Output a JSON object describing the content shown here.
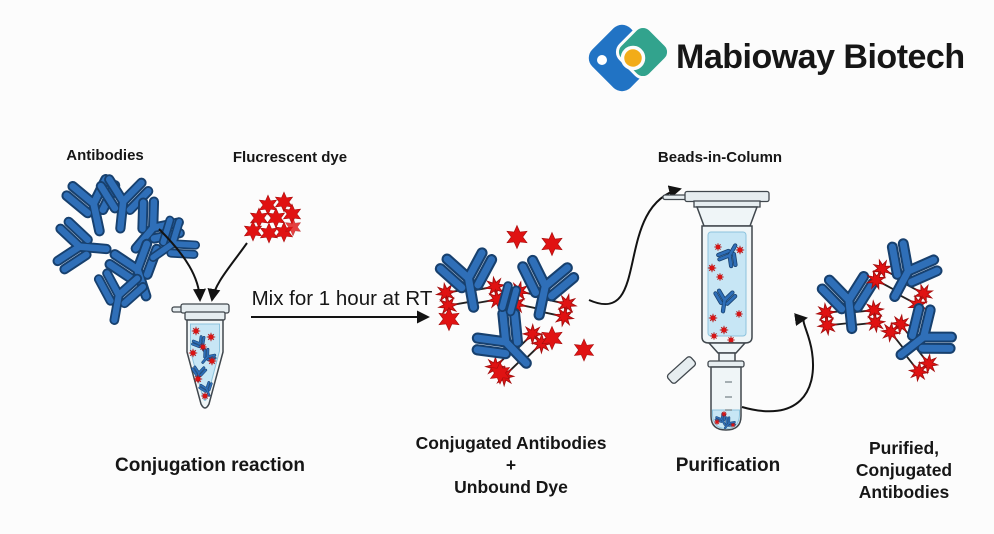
{
  "brand": {
    "name": "Mabioway Biotech"
  },
  "steps": {
    "antibodies_label": "Antibodies",
    "dye_label": "Flucrescent dye",
    "mix_label": "Mix for 1 hour at RT",
    "conjugation_label": "Conjugation reaction",
    "conjugated_lines": [
      "Conjugated Antibodies",
      "+",
      "Unbound Dye"
    ],
    "beads_label": "Beads-in-Column",
    "purification_label": "Purification",
    "purified_lines": [
      "Purified,",
      "Conjugated",
      "Antibodies"
    ]
  },
  "colors": {
    "antibody_blue": "#2f6fb8",
    "antibody_outline": "#17406e",
    "dye_red": "#e01212",
    "dye_outline": "#a50d0d",
    "liquid_blue": "#c7e6f5",
    "vessel_fill": "#eff5f7",
    "arrow_black": "#131313",
    "logo_blue": "#2173c4",
    "logo_teal": "#32a38d",
    "logo_yellow": "#f2ac19"
  }
}
